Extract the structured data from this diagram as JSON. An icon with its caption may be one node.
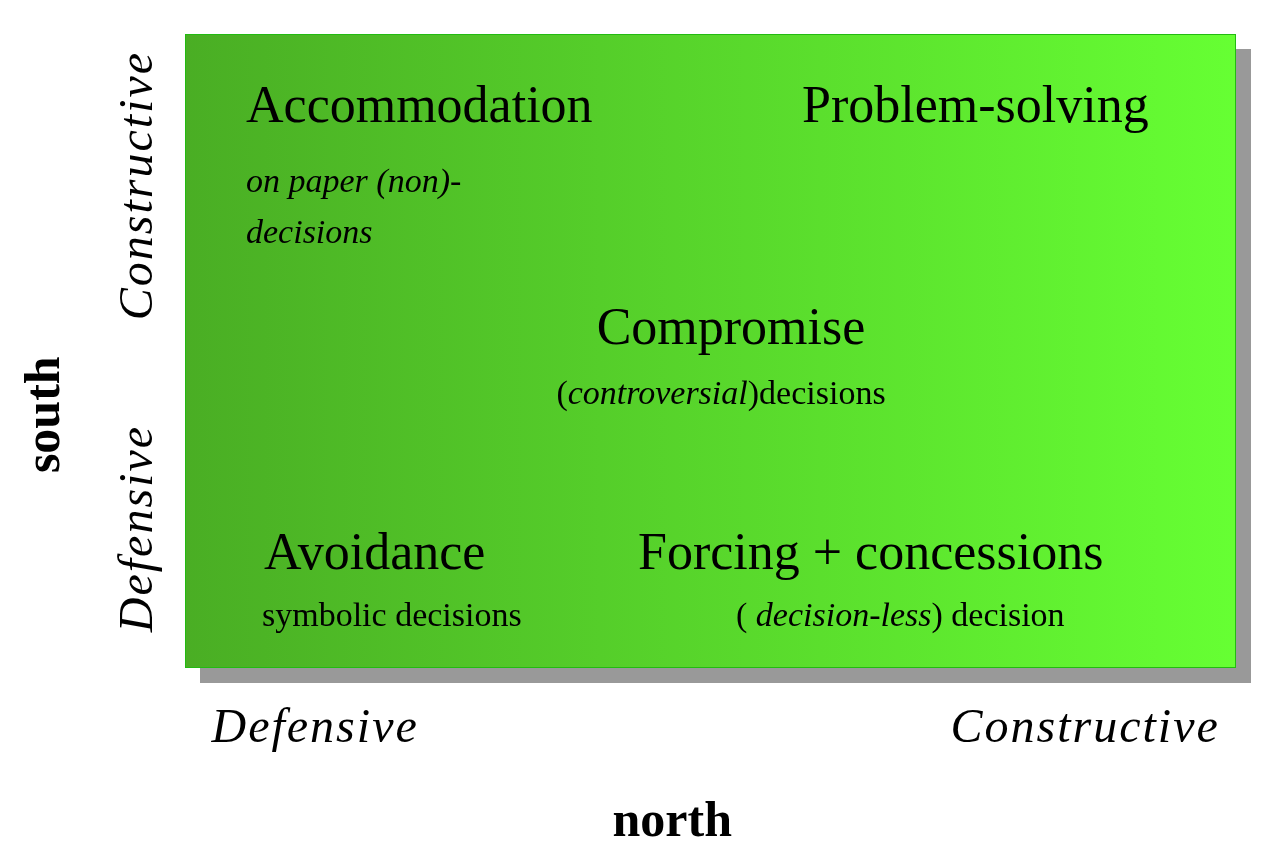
{
  "diagram": {
    "nodes": [
      {
        "text": [
          "Accommodation",
          "on paper (non)-decisions",
          "Problem-solving",
          "Compromise",
          "(*controversial*)decisions",
          "Avoidance",
          "symbolic decisions",
          "Forcing + concessions",
          "( *decision-less*) decision"
        ]
      }
    ],
    "labels": [
      "Constructive",
      "Defensive",
      "south",
      "Defensive",
      "Constructive",
      "north"
    ]
  }
}
